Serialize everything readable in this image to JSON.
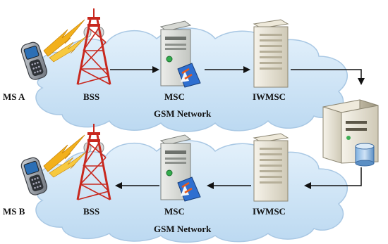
{
  "labels": {
    "ms_a": "MS A",
    "ms_b": "MS B",
    "bss_top": "BSS",
    "bss_bottom": "BSS",
    "msc_top": "MSC",
    "msc_bottom": "MSC",
    "iwmsc_top": "IWMSC",
    "iwmsc_bottom": "IWMSC",
    "network_top": "GSM Network",
    "network_bottom": "GSM Network"
  },
  "icons": [
    "mobile-phone-icon",
    "radio-tower-icon",
    "lightning-signal-icon",
    "server-icon",
    "database-icon",
    "cloud-icon"
  ],
  "colors": {
    "cloud_fill": "#cfe6f7",
    "cloud_stroke": "#a9c8e4",
    "tower": "#c8281e",
    "signal": "#f2b01c",
    "server": "#e9e4d4"
  }
}
